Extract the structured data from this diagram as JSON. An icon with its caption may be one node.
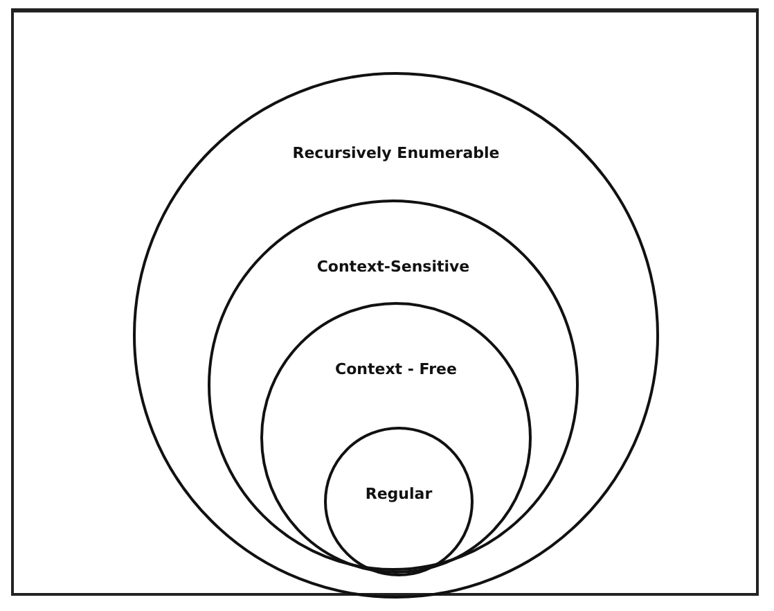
{
  "diagram": {
    "nodes": [
      {
        "text": [
          "Recursively Enumerable"
        ]
      },
      {
        "text": [
          "Context-Sensitive"
        ],
        "in": 0
      },
      {
        "text": [
          "Context - Free"
        ],
        "in": 1
      },
      {
        "text": [
          "Regular"
        ],
        "in": 2
      }
    ]
  }
}
